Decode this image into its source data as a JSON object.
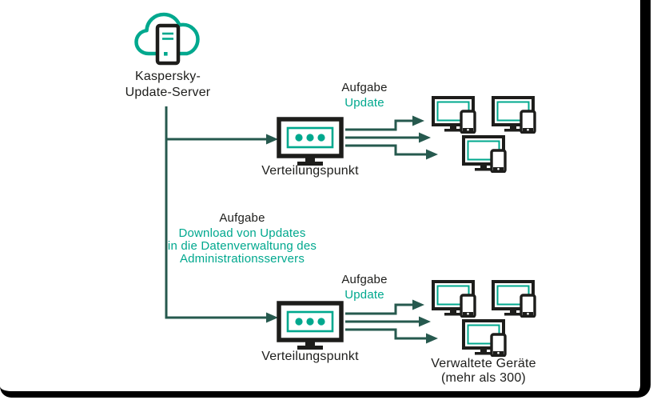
{
  "colors": {
    "accent_teal": "#00A88E",
    "arrow_dark_teal": "#26594E",
    "ink": "#1D1D1B",
    "frame_black": "#000000"
  },
  "nodes": {
    "update_server": {
      "label": "Kaspersky-\nUpdate-Server"
    },
    "distribution_point_top": {
      "label": "Verteilungspunkt"
    },
    "distribution_point_bottom": {
      "label": "Verteilungspunkt"
    },
    "managed_devices": {
      "label": "Verwaltete Geräte\n(mehr als 300)"
    }
  },
  "tasks": {
    "update_top": {
      "title": "Aufgabe",
      "name": "Update"
    },
    "update_bottom": {
      "title": "Aufgabe",
      "name": "Update"
    },
    "download": {
      "title": "Aufgabe",
      "name": "Download von Updates\nin die Datenverwaltung des\nAdministrationsservers"
    }
  }
}
